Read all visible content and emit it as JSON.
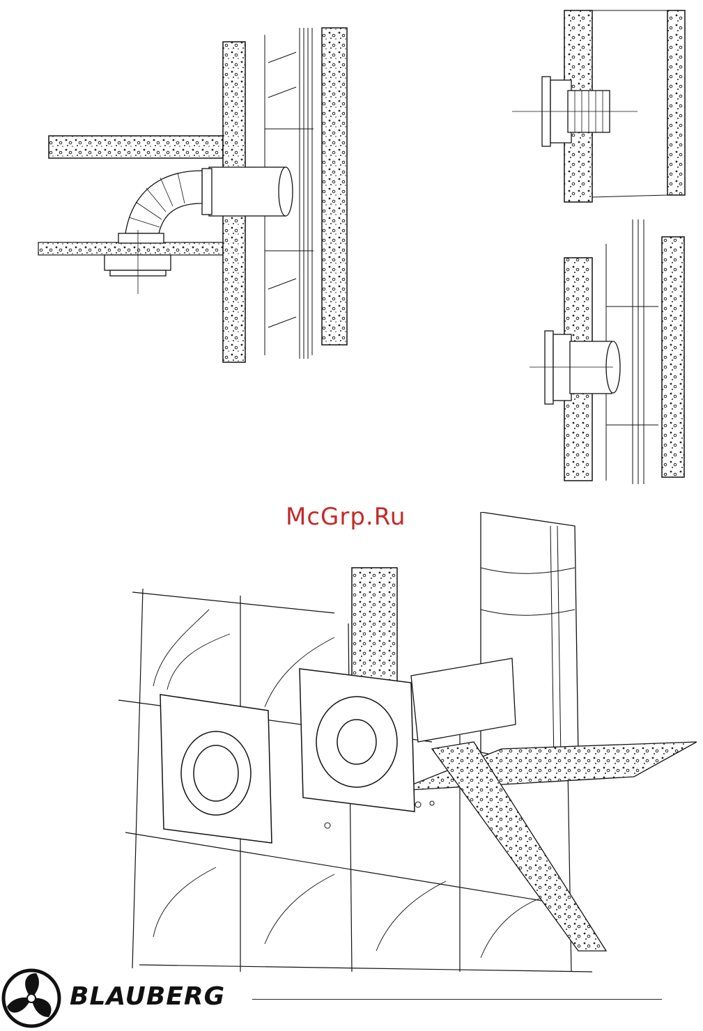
{
  "watermark": {
    "text": "McGrp.Ru",
    "color": "#c62828"
  },
  "brand": {
    "name": "BLAUBERG",
    "logo_icon": "fan-logo-icon"
  },
  "figures": [
    {
      "name": "wall-duct-elbow-installation",
      "icon": "duct-elbow-icon"
    },
    {
      "name": "wall-through-fan-installation",
      "icon": "fan-wall-icon"
    },
    {
      "name": "wall-shaft-fan-installation",
      "icon": "fan-shaft-icon"
    },
    {
      "name": "tile-wall-fan-mounting",
      "icon": "fan-mounting-icon"
    }
  ]
}
